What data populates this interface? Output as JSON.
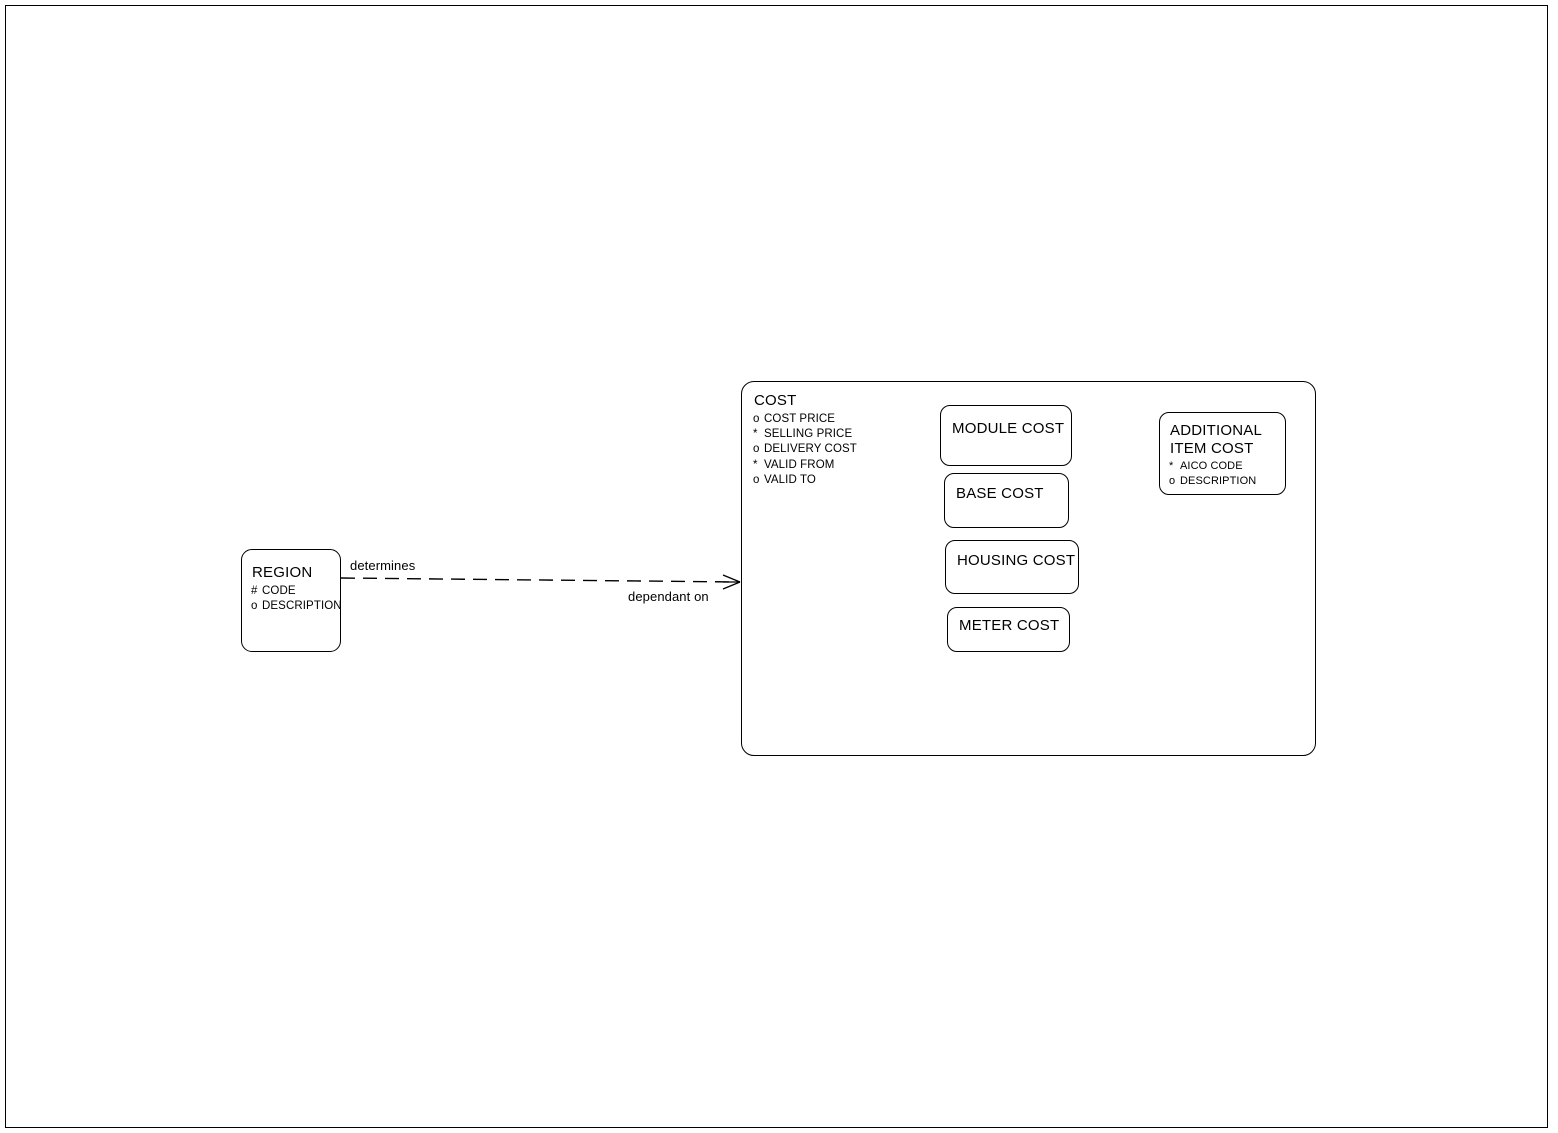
{
  "diagram": {
    "type": "entity-relationship-diagram",
    "background": "#ffffff",
    "line_color": "#000000"
  },
  "entities": {
    "cost": {
      "title": "COST",
      "attributes": [
        {
          "mark": "o",
          "name": "COST PRICE"
        },
        {
          "mark": "*",
          "name": "SELLING PRICE"
        },
        {
          "mark": "o",
          "name": "DELIVERY COST"
        },
        {
          "mark": "*",
          "name": "VALID FROM"
        },
        {
          "mark": "o",
          "name": "VALID TO"
        }
      ]
    },
    "module_cost": {
      "title": "MODULE COST"
    },
    "base_cost": {
      "title": "BASE COST"
    },
    "housing_cost": {
      "title": "HOUSING COST"
    },
    "meter_cost": {
      "title": "METER COST"
    },
    "additional_item_cost": {
      "title_line1": "ADDITIONAL",
      "title_line2": "ITEM COST",
      "attributes": [
        {
          "mark": "*",
          "name": "AICO CODE"
        },
        {
          "mark": "o",
          "name": "DESCRIPTION"
        }
      ]
    },
    "region": {
      "title": "REGION",
      "attributes": [
        {
          "mark": "#",
          "name": "CODE"
        },
        {
          "mark": "o",
          "name": "DESCRIPTION"
        }
      ]
    }
  },
  "relationship": {
    "from": "REGION",
    "to": "COST",
    "label_from": "determines",
    "label_to": "dependant on",
    "style": "dashed",
    "end_marker": "crows-foot"
  }
}
